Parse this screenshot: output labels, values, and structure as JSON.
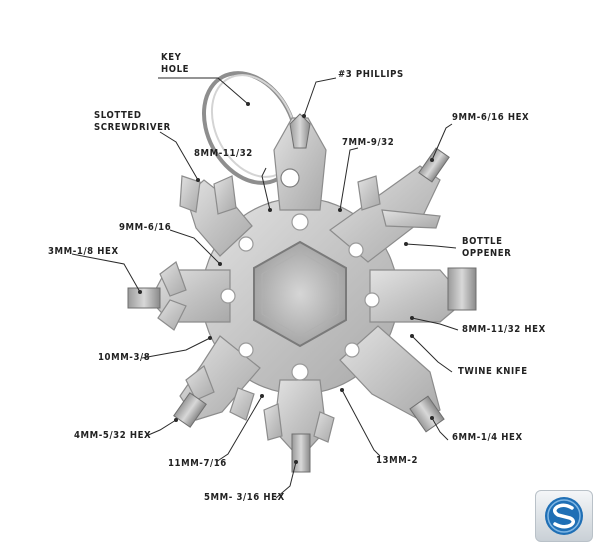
{
  "labels": {
    "key_hole": "KEY\nHOLE",
    "phillips": "#3 PHILLIPS",
    "slotted": "SLOTTED\nSCREWDRIVER",
    "mm8_1132_a": "8MM-11/32",
    "mm7_932": "7MM-9/32",
    "mm9_616_hex": "9MM-6/16 HEX",
    "mm9_616": "9MM-6/16",
    "bottle": "BOTTLE\nOPPENER",
    "mm3_18_hex": "3MM-1/8 HEX",
    "mm8_1132_hex": "8MM-11/32 HEX",
    "mm10_38": "10MM-3/8",
    "twine": "TWINE KNIFE",
    "mm4_532_hex": "4MM-5/32 HEX",
    "mm6_14_hex": "6MM-1/4 HEX",
    "mm11_716": "11MM-7/16",
    "mm13_2": "13MM-2",
    "mm5_316_hex": "5MM- 3/16 HEX"
  },
  "colors": {
    "metal": "#c9c9c9",
    "metal_dark": "#8f8f8f",
    "leader": "#2a2a2a",
    "logo_blue": "#1f6fb5"
  },
  "logo": {
    "icon": "s-brand-logo"
  }
}
